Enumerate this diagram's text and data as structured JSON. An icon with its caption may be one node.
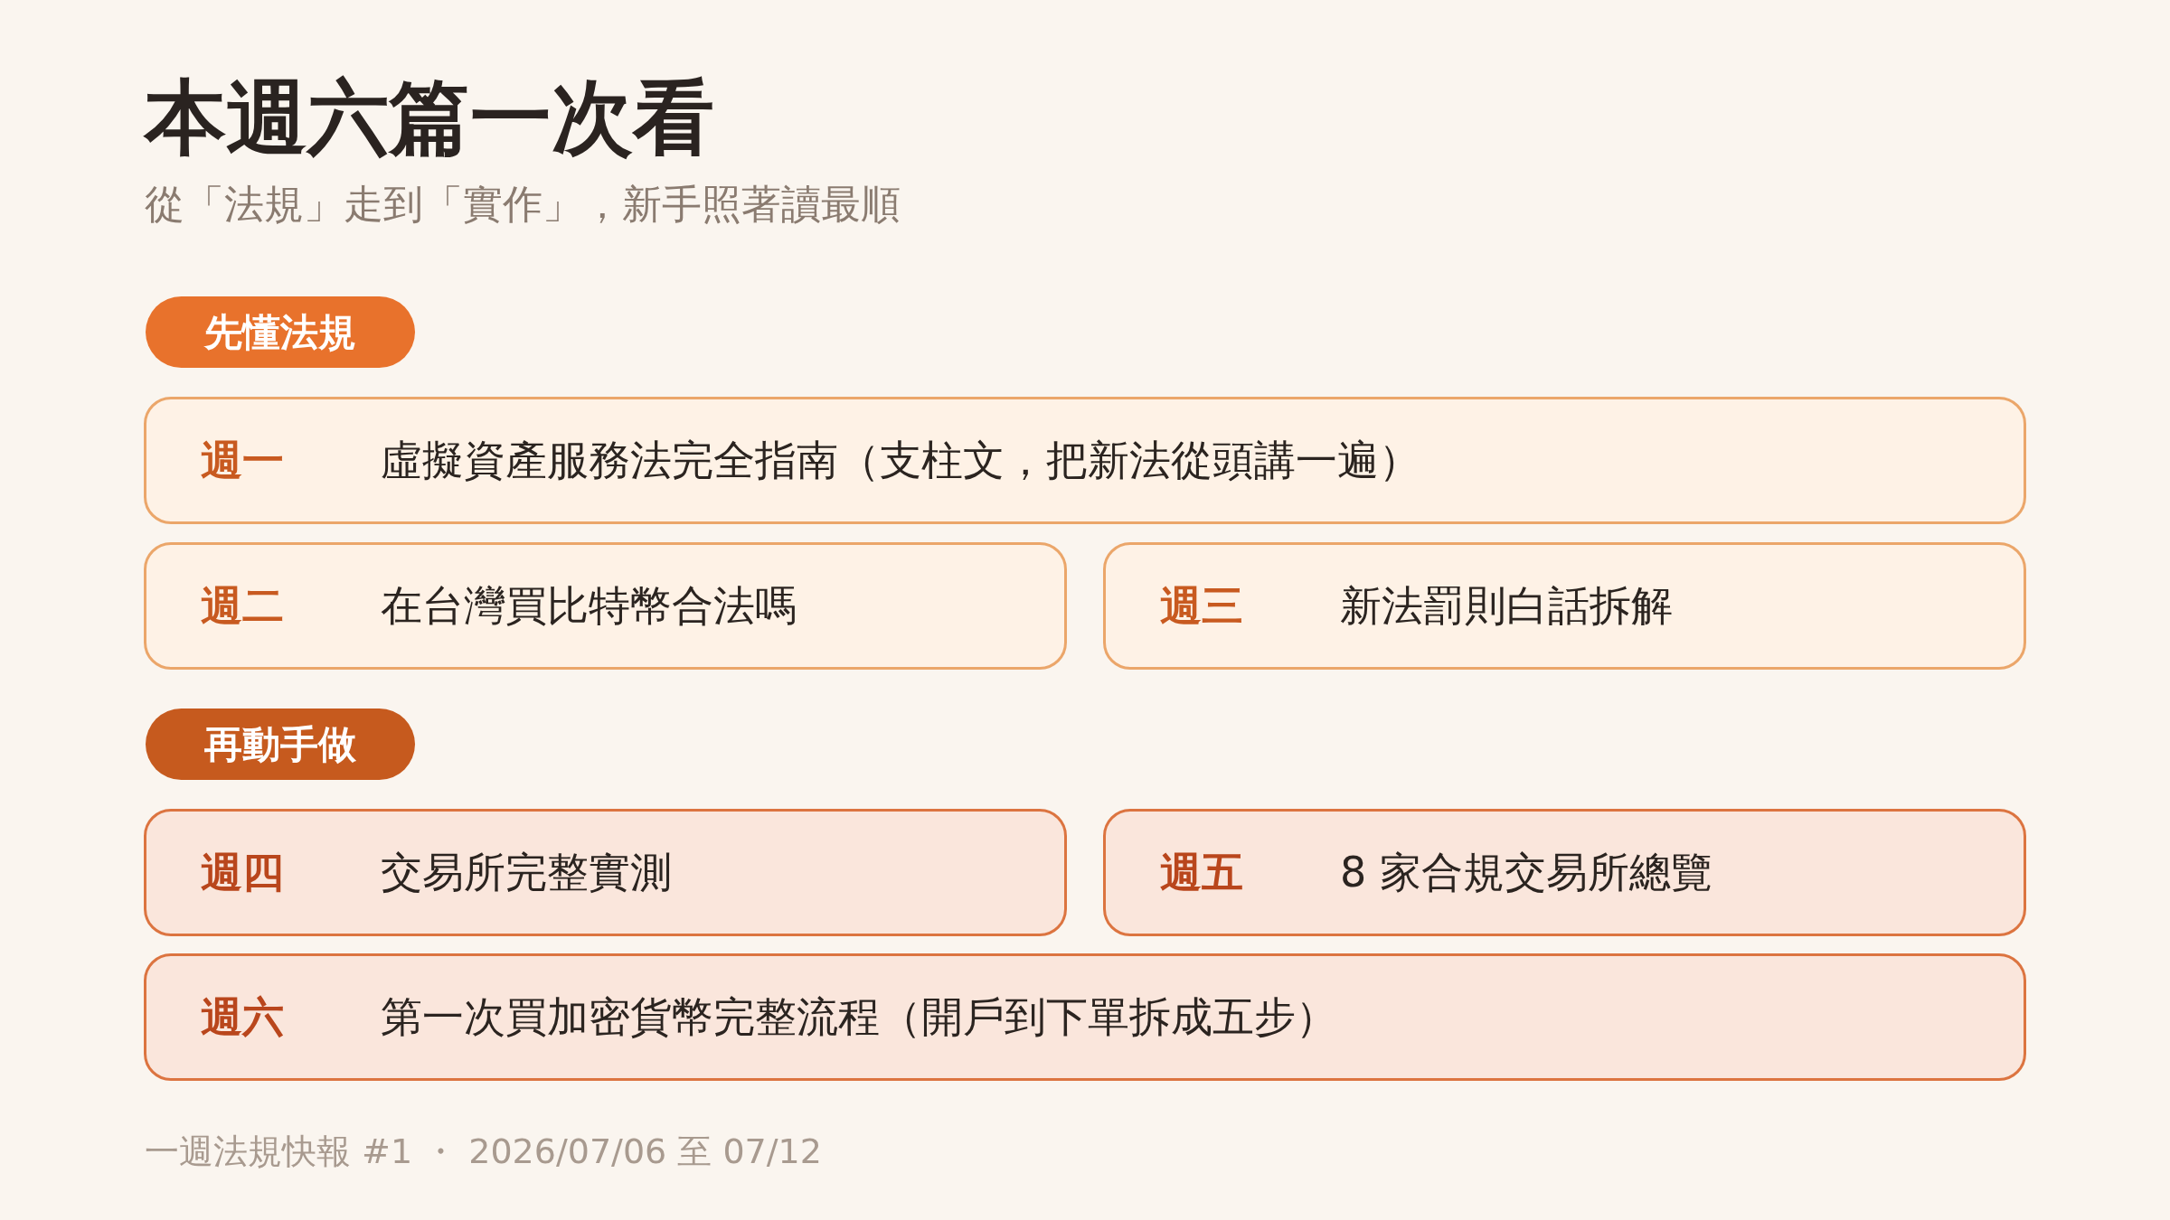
{
  "diagram": {
    "title": "本週六篇一次看",
    "nodes": [
      {
        "text": [
          "先懂法規"
        ]
      },
      {
        "text": [
          "週一",
          "虛擬資產服務法完全指南（支柱文，把新法從頭講一遍）"
        ]
      },
      {
        "text": [
          "週二",
          "在台灣買比特幣合法嗎"
        ]
      },
      {
        "text": [
          "週三",
          "新法罰則白話拆解"
        ]
      },
      {
        "text": [
          "再動手做"
        ]
      },
      {
        "text": [
          "週四",
          "交易所完整實測"
        ]
      },
      {
        "text": [
          "週五",
          "8 家合規交易所總覽"
        ]
      },
      {
        "text": [
          "週六",
          "第一次買加密貨幣完整流程（開戶到下單拆成五步）"
        ]
      }
    ],
    "labels": [
      "從「法規」走到「實作」，新手照著讀最順",
      "一週法規快報 #1 ・ 2026/07/06 至 07/12"
    ]
  }
}
